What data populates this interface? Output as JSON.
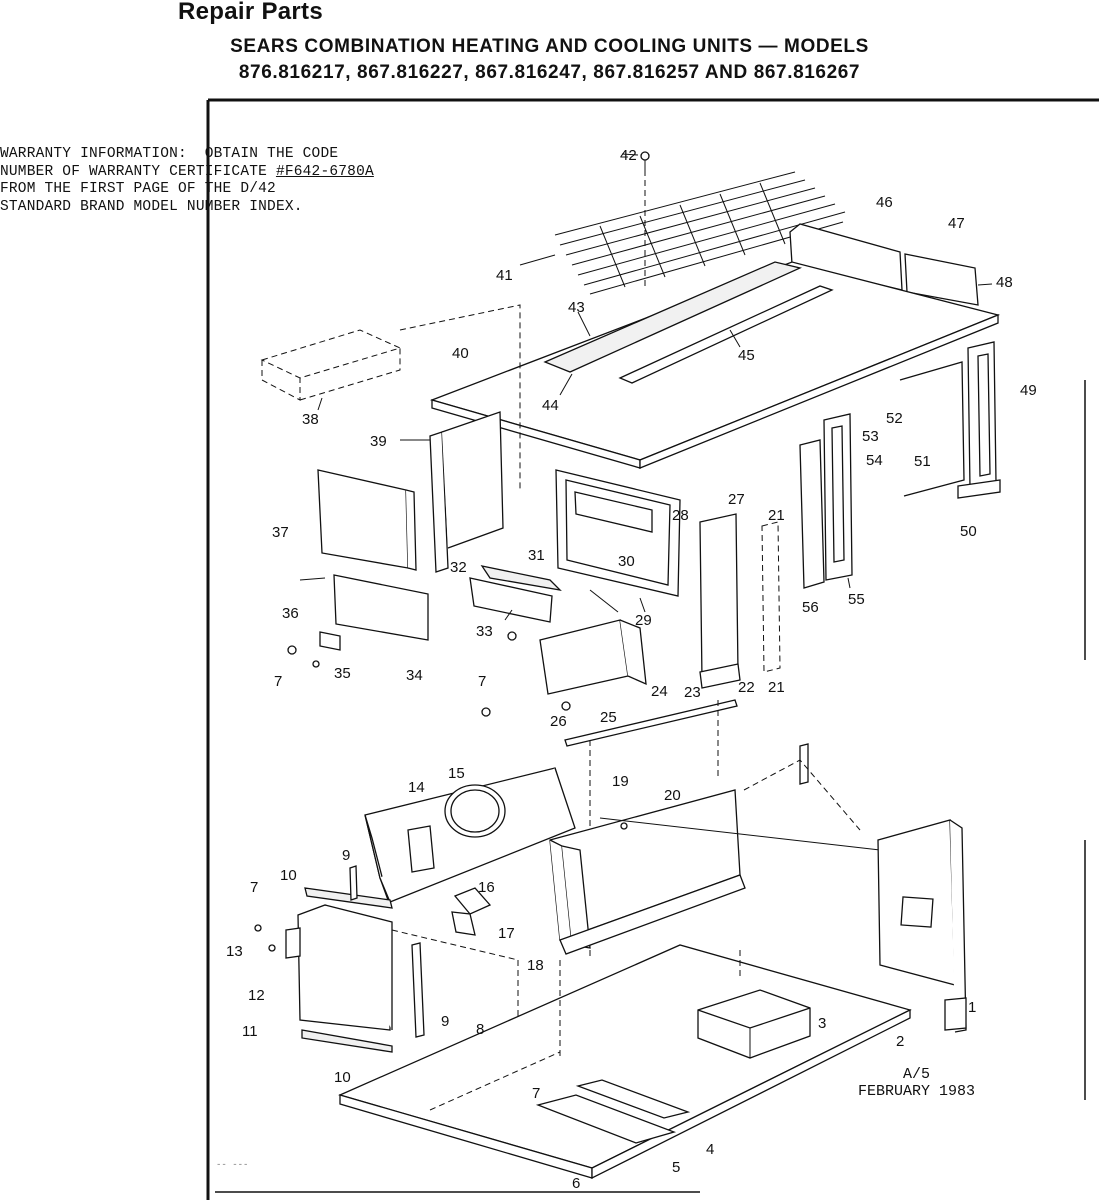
{
  "header": {
    "title": "Repair Parts",
    "subtitle_line1": "SEARS COMBINATION HEATING AND COOLING UNITS — MODELS",
    "subtitle_line2": "876.816217, 867.816227, 867.816247, 867.816257 AND 867.816267"
  },
  "warranty": {
    "line1": "WARRANTY INFORMATION:  OBTAIN THE CODE",
    "line2_prefix": "NUMBER OF WARRANTY CERTIFICATE ",
    "line2_code": "#F642-6780A",
    "line3": "FROM THE FIRST PAGE OF THE D/42",
    "line4": "STANDARD BRAND MODEL NUMBER INDEX."
  },
  "revision": {
    "code": "A/5",
    "date": "FEBRUARY 1983"
  },
  "stamp": "-- ---",
  "callouts": [
    "1",
    "2",
    "3",
    "4",
    "5",
    "6",
    "7",
    "7",
    "7",
    "7",
    "8",
    "9",
    "9",
    "10",
    "10",
    "11",
    "12",
    "13",
    "14",
    "15",
    "16",
    "17",
    "18",
    "19",
    "20",
    "21",
    "21",
    "22",
    "23",
    "24",
    "25",
    "26",
    "27",
    "28",
    "29",
    "30",
    "31",
    "32",
    "33",
    "34",
    "35",
    "36",
    "37",
    "38",
    "39",
    "40",
    "41",
    "42",
    "43",
    "44",
    "45",
    "46",
    "47",
    "48",
    "49",
    "50",
    "51",
    "52",
    "53",
    "54",
    "55",
    "56"
  ]
}
